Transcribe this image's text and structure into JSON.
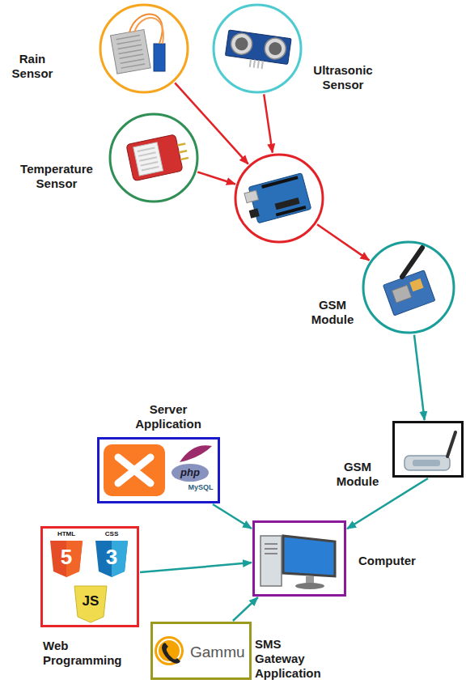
{
  "diagram": {
    "nodes": [
      {
        "text": [
          "Rain Sensor"
        ]
      },
      {
        "text": [
          "Ultrasonic Sensor"
        ]
      },
      {
        "text": [
          "Temperature Sensor"
        ]
      },
      {
        "text": []
      },
      {
        "text": [
          "GSM Module"
        ]
      },
      {
        "text": [
          "Server Application"
        ]
      },
      {
        "text": [
          "GSM Module"
        ]
      },
      {
        "text": [
          "Web Programming"
        ]
      },
      {
        "text": [
          "Computer"
        ]
      },
      {
        "text": [
          "Gammu",
          "SMS Gateway Application"
        ]
      }
    ],
    "edges": [
      {
        "from": 0,
        "to": 3,
        "arrow": "to"
      },
      {
        "from": 1,
        "to": 3,
        "arrow": "to"
      },
      {
        "from": 2,
        "to": 3,
        "arrow": "to"
      },
      {
        "from": 3,
        "to": 4,
        "arrow": "to"
      },
      {
        "from": 4,
        "to": 6,
        "arrow": "to"
      },
      {
        "from": 6,
        "to": 8,
        "arrow": "to"
      },
      {
        "from": 5,
        "to": 8,
        "arrow": "to"
      },
      {
        "from": 7,
        "to": 8,
        "arrow": "to"
      },
      {
        "from": 9,
        "to": 8,
        "arrow": "to"
      }
    ],
    "labels": [
      "php",
      "MySQL",
      "HTML",
      "5",
      "CSS",
      "3",
      "JS"
    ]
  }
}
